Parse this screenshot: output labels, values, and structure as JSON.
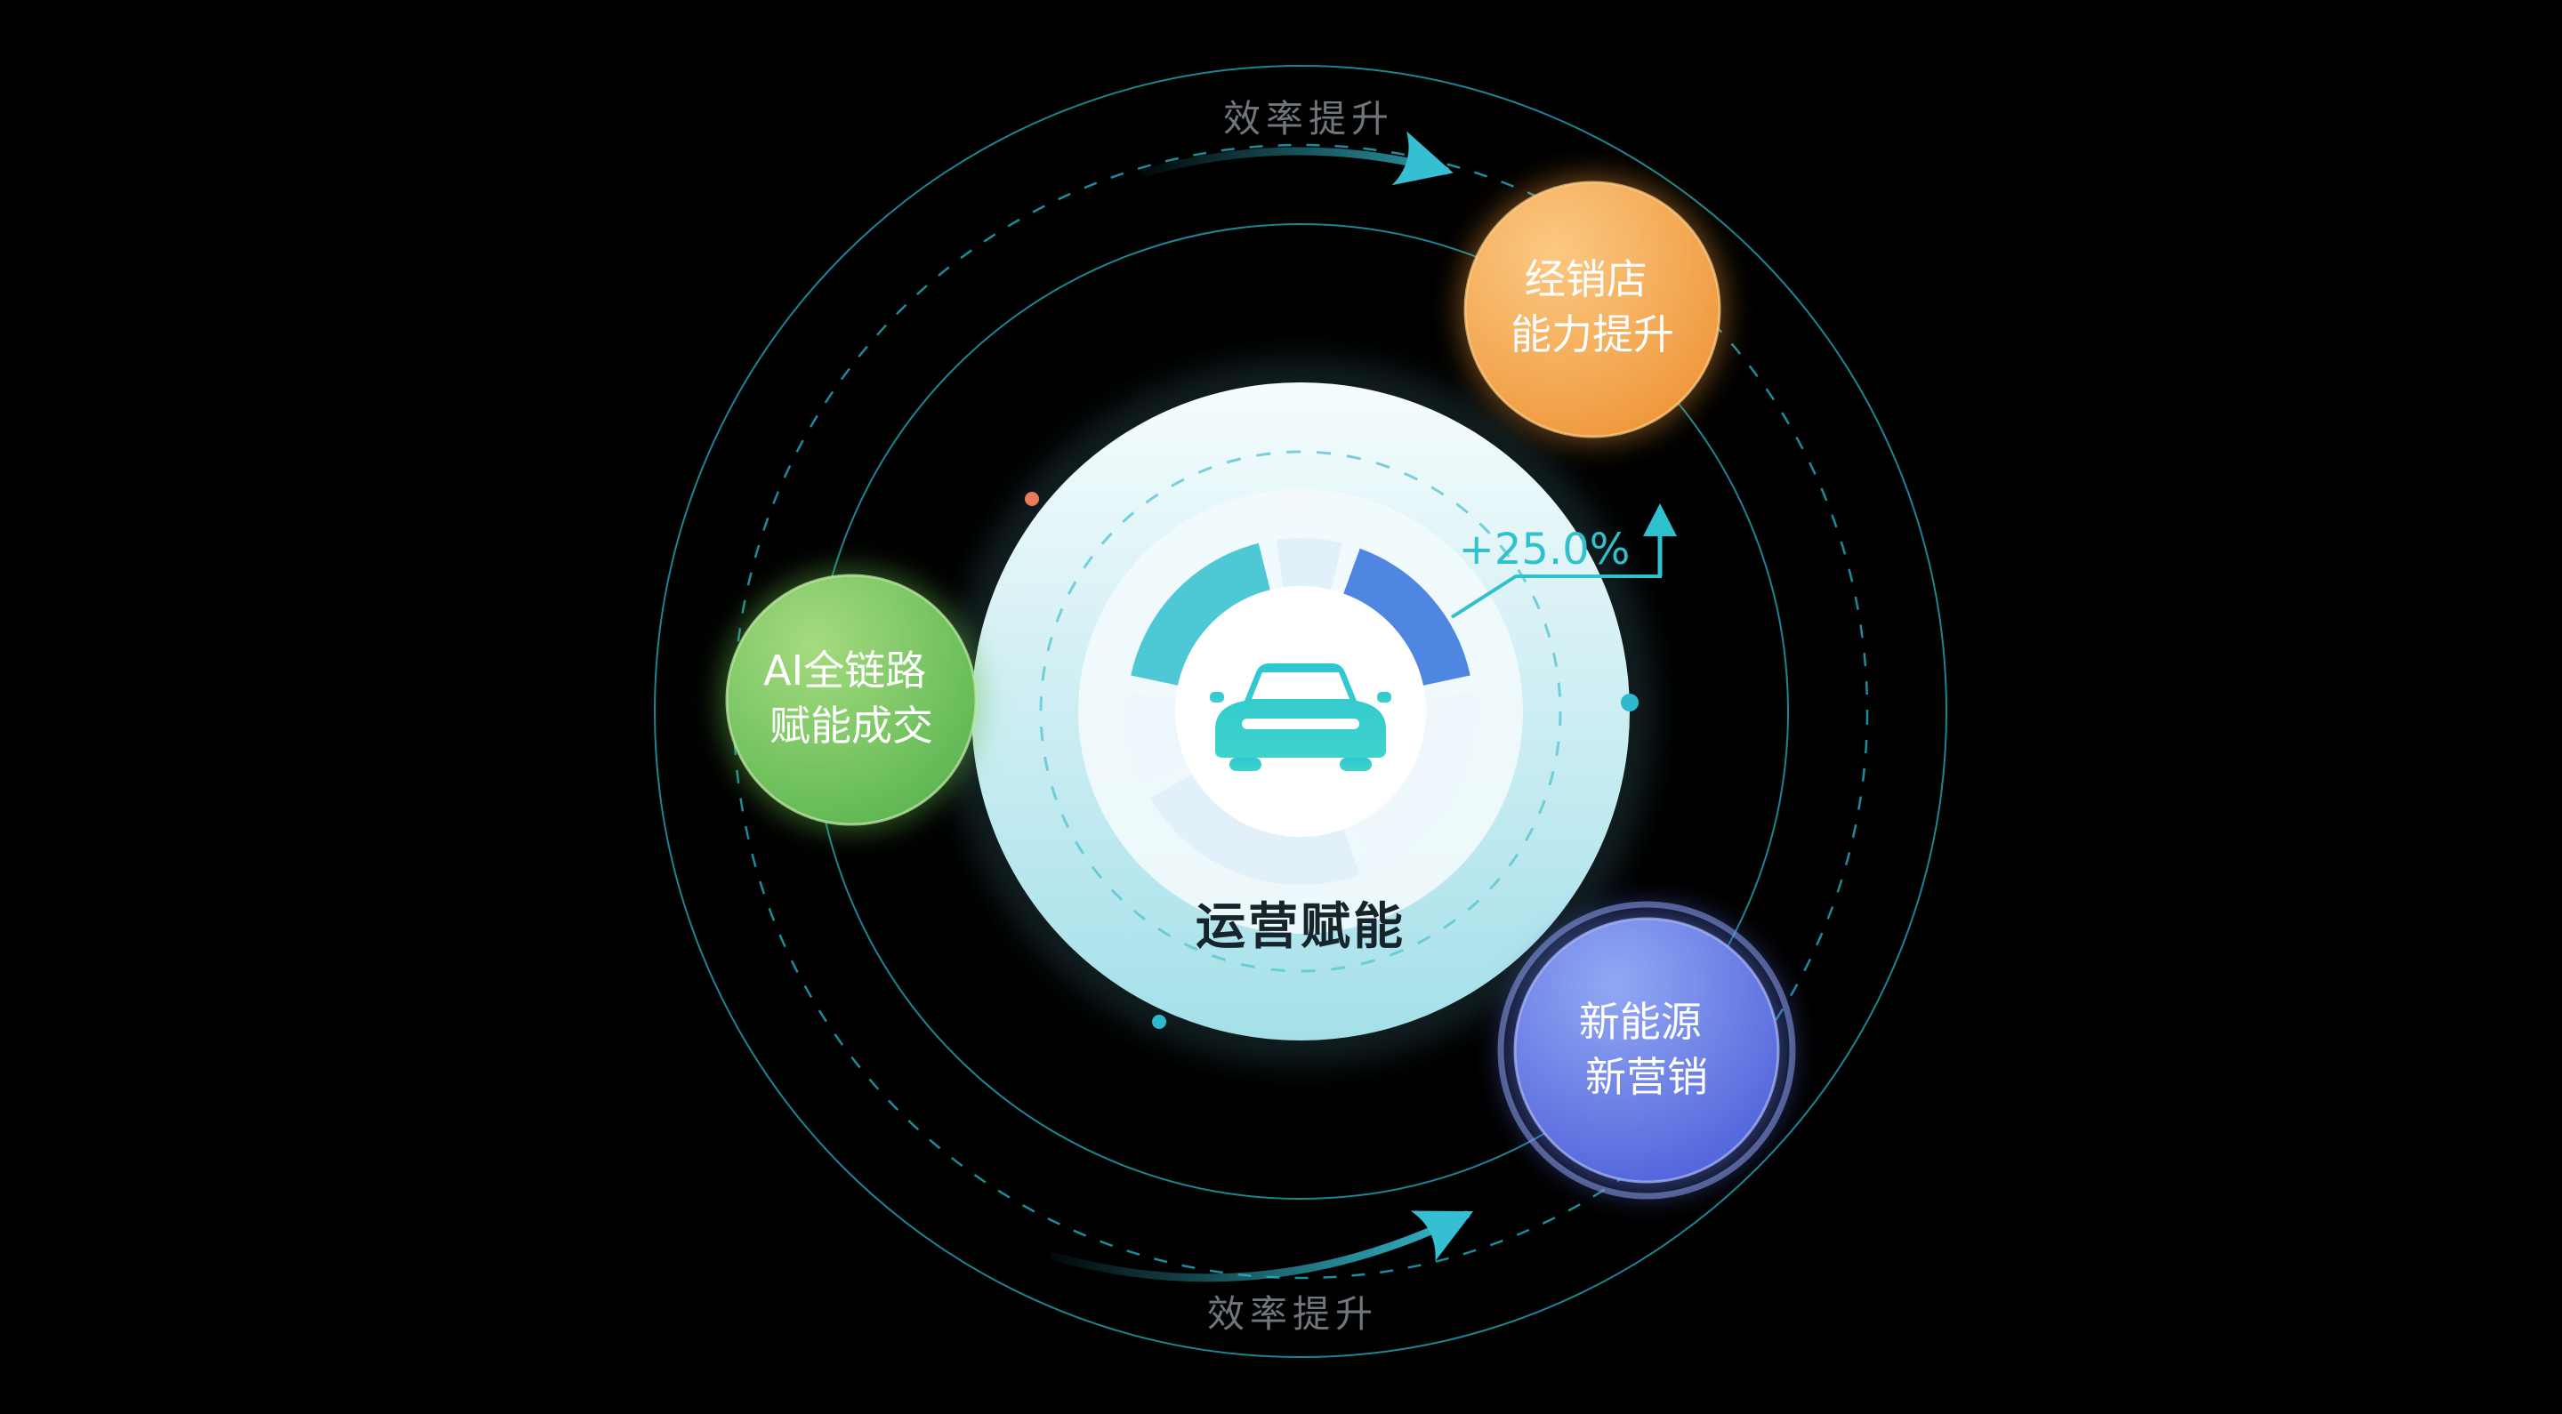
{
  "colors": {
    "background": "#000000",
    "accent_teal": "#36BFD3",
    "orbit_stroke": "#1E93A4",
    "label_gray": "#70767B",
    "metric_teal": "#2FC1CE",
    "gauge_blue": "#4E86E2",
    "gauge_teal": "#4FC8D5",
    "bubble_orange": "#ED8D2C",
    "bubble_green": "#4EAF49",
    "bubble_blue": "#4557D6",
    "center_label_color": "#16242B"
  },
  "center": {
    "label": "运营赋能",
    "metric": "+25.0%",
    "icon": "car-icon"
  },
  "orbit_labels": {
    "top": "效率提升",
    "bottom": "效率提升"
  },
  "bubbles": {
    "dealer": {
      "line1": "经销店",
      "line2": "能力提升"
    },
    "ai": {
      "line1": "AI全链路",
      "line2": "赋能成交"
    },
    "nev": {
      "line1": "新能源",
      "line2": "新营销"
    }
  }
}
